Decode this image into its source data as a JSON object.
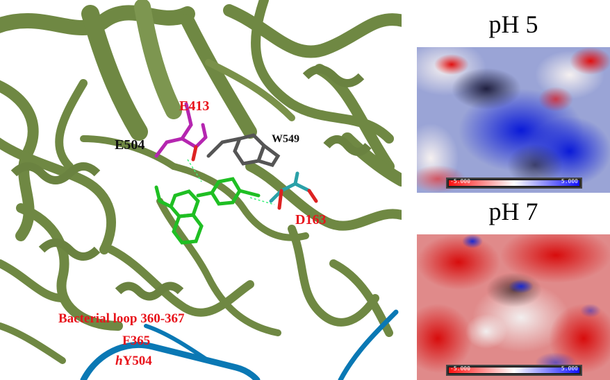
{
  "labels": {
    "e413": "E413",
    "e504": "E504",
    "w549": "W549",
    "d163": "D163",
    "loop": "Bacterial loop 360-367",
    "f365": "F365",
    "hy504_prefix": "h",
    "hy504_rest": "Y504"
  },
  "panels": [
    {
      "title": "pH 5",
      "scale_min": "-5.000",
      "scale_max": "5.000"
    },
    {
      "title": "pH 7",
      "scale_min": "-5.000",
      "scale_max": "5.000"
    }
  ],
  "colors": {
    "protein": "#6f8843",
    "loop_ribbon": "#0a78b4",
    "ligand": "#1fbf23",
    "e413_residue": "#b526b0",
    "w549_residue": "#555555",
    "d163_residue": "#2aa1a8",
    "label_red": "#e8131b"
  }
}
